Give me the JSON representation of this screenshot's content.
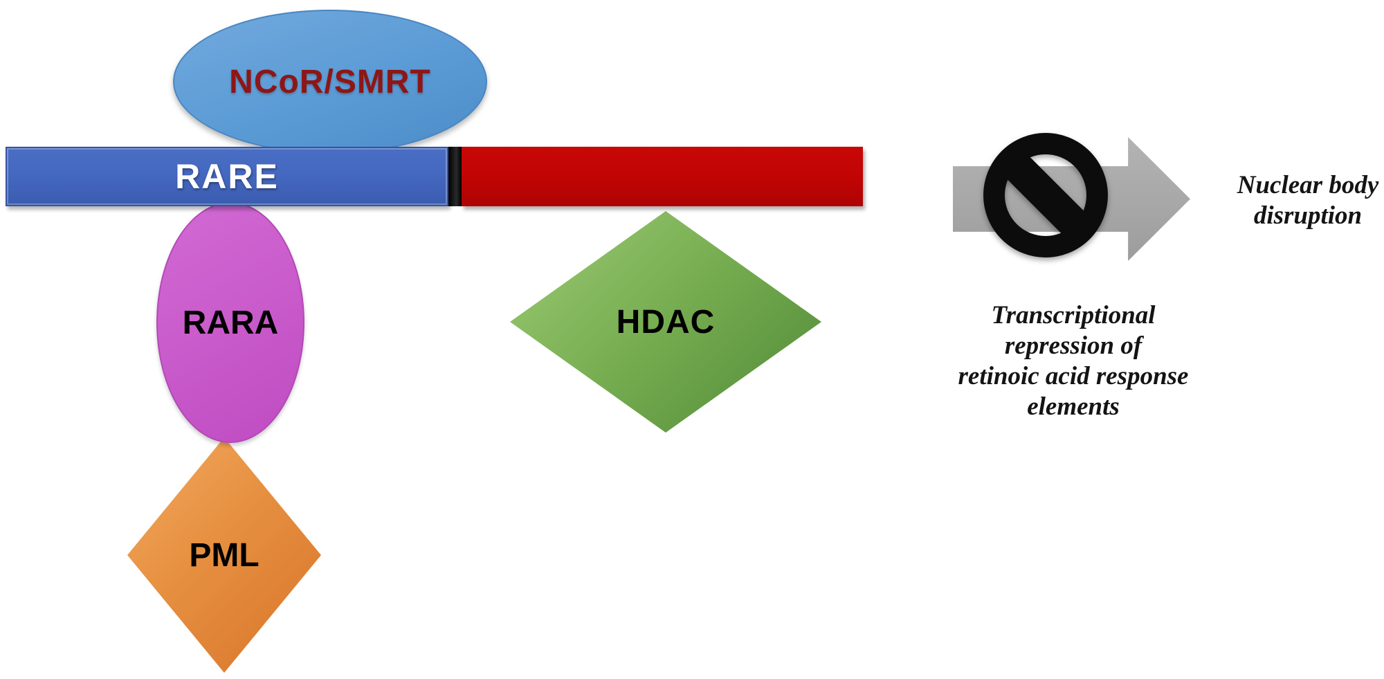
{
  "diagram": {
    "background_color": "#FFFFFF",
    "nodes": {
      "ncor_smrt": {
        "label": "NCoR/SMRT",
        "shape": "ellipse",
        "fill": "#5B9BD5",
        "label_color": "#8E1616"
      },
      "rare": {
        "label": "RARE",
        "shape": "bar",
        "fill": "#4568C0",
        "label_color": "#FFFFFF"
      },
      "bar_separator": {
        "shape": "bar-segment",
        "fill": "#0C0C0C"
      },
      "red_gene_bar": {
        "shape": "bar",
        "fill": "#C00404"
      },
      "rara": {
        "label": "RARA",
        "shape": "ellipse",
        "fill": "#C95BCB",
        "label_color": "#000000"
      },
      "pml": {
        "label": "PML",
        "shape": "diamond",
        "fill": "#E68F40",
        "label_color": "#000000"
      },
      "hdac": {
        "label": "HDAC",
        "shape": "diamond",
        "fill": "#76AC50",
        "label_color": "#000000"
      }
    },
    "flow": {
      "arrow_direction": "right",
      "arrow_fill": "#A6A6A6",
      "overlay_symbol": "prohibition-no-entry",
      "overlay_symbol_color": "#0C0C0C"
    },
    "annotations": {
      "nuclear_body": {
        "line1": "Nuclear body",
        "line2": "disruption"
      },
      "repression": {
        "line1": "Transcriptional",
        "line2": "repression of",
        "line3": "retinoic acid response",
        "line4": "elements"
      }
    }
  }
}
